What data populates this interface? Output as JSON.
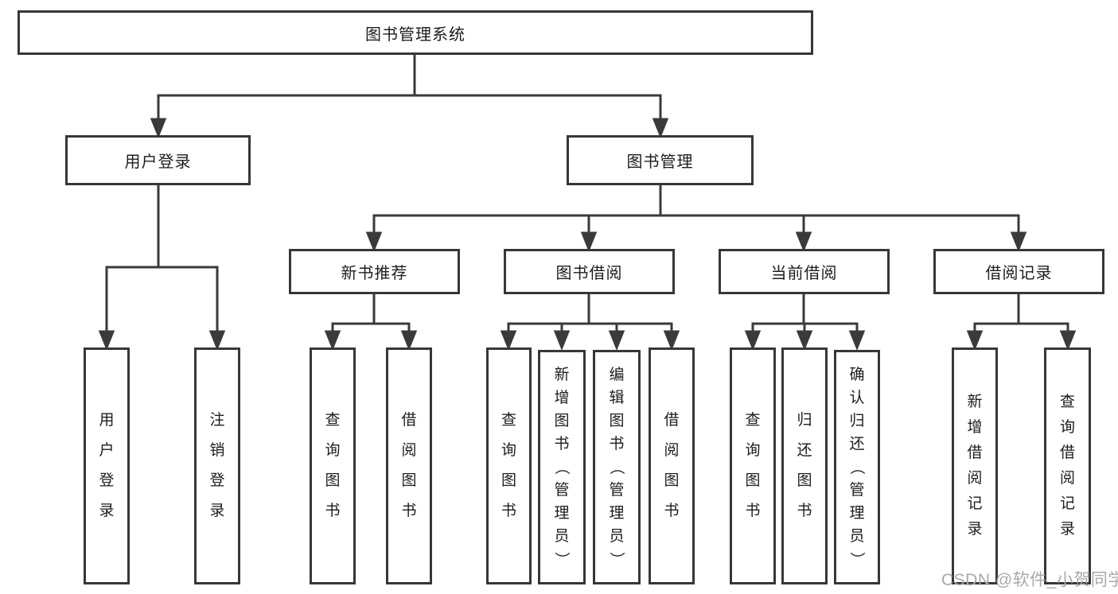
{
  "diagram": {
    "title": "图书管理系统",
    "root": "图书管理系统",
    "branches": [
      {
        "label": "用户登录",
        "children": [
          "用户登录",
          "注销登录"
        ]
      },
      {
        "label": "图书管理",
        "children": [
          {
            "label": "新书推荐",
            "children": [
              "查询图书",
              "借阅图书"
            ]
          },
          {
            "label": "图书借阅",
            "children": [
              "查询图书",
              "新增图书（管理员）",
              "编辑图书（管理员）",
              "借阅图书"
            ]
          },
          {
            "label": "当前借阅",
            "children": [
              "查询图书",
              "归还图书",
              "确认归还（管理员）"
            ]
          },
          {
            "label": "借阅记录",
            "children": [
              "新增借阅记录",
              "查询借阅记录"
            ]
          }
        ]
      }
    ]
  },
  "watermark": {
    "text": "CSDN @软件_小贺同学"
  },
  "colors": {
    "background": "#ffffff",
    "line": "#3a3a3a",
    "box_border": "#373737",
    "text": "#1d1d1d",
    "watermark": "#a9a9a9"
  }
}
